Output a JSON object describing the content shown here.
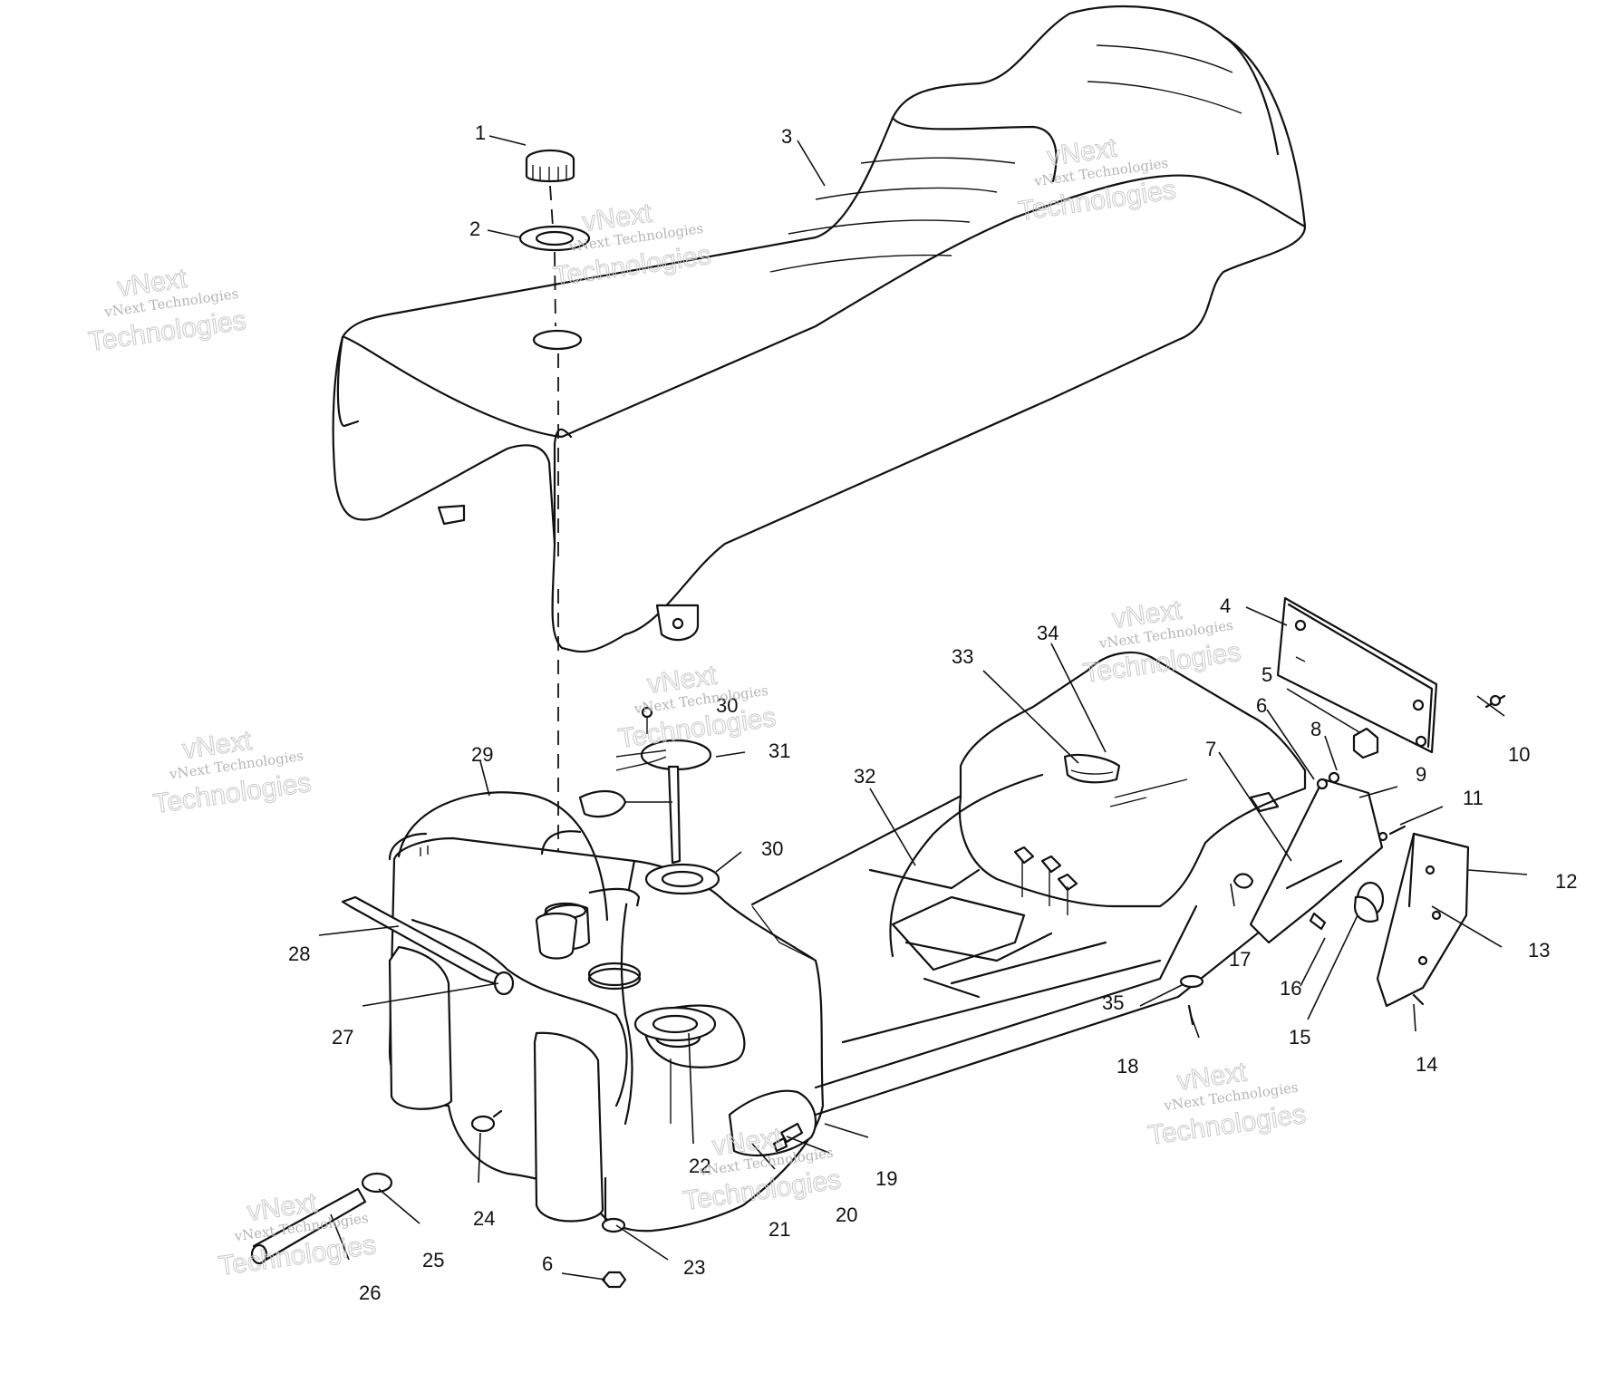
{
  "watermark": {
    "line1": "vNext",
    "line2": "vNext Technologies",
    "line3": "Technologies"
  },
  "callouts": [
    "1",
    "2",
    "3",
    "4",
    "5",
    "6",
    "6",
    "7",
    "8",
    "9",
    "10",
    "11",
    "12",
    "13",
    "14",
    "15",
    "16",
    "17",
    "18",
    "19",
    "20",
    "21",
    "22",
    "23",
    "24",
    "25",
    "26",
    "27",
    "28",
    "29",
    "30",
    "30",
    "31",
    "32",
    "33",
    "34",
    "35"
  ]
}
